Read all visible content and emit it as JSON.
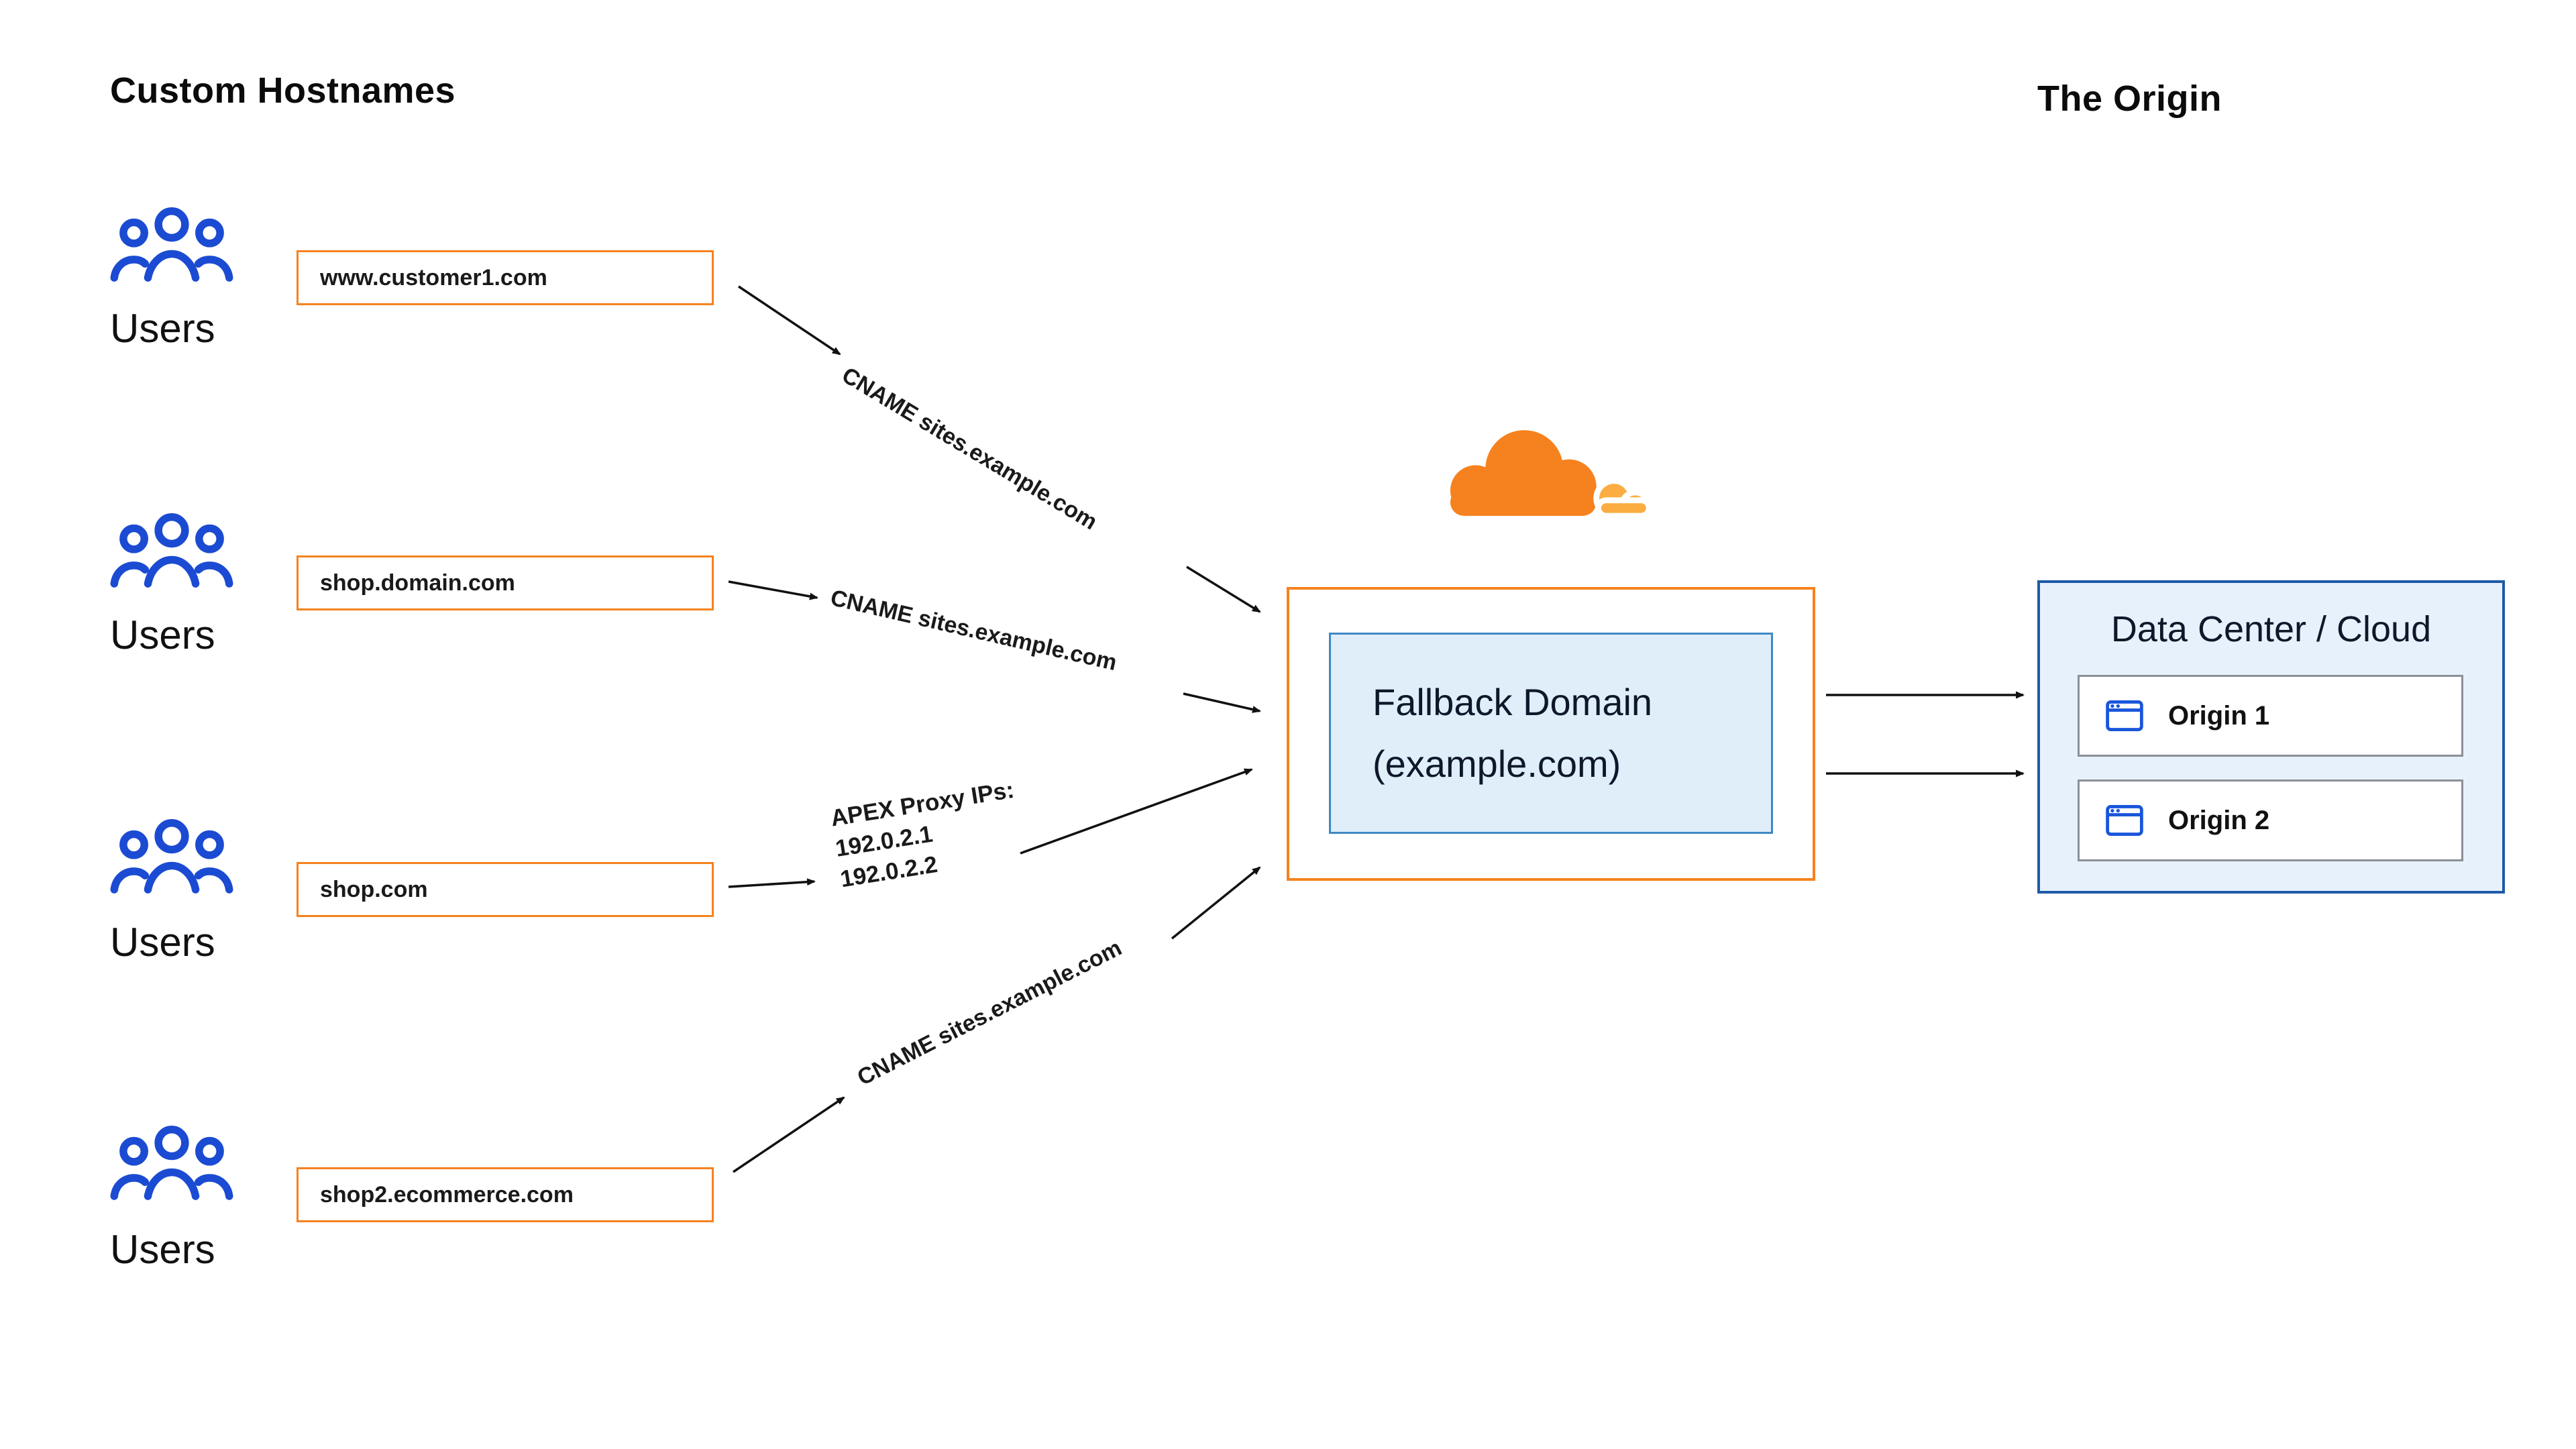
{
  "headings": {
    "left": "Custom Hostnames",
    "right": "The Origin"
  },
  "users_label": "Users",
  "hostnames": [
    {
      "label": "www.customer1.com"
    },
    {
      "label": "shop.domain.com"
    },
    {
      "label": "shop.com"
    },
    {
      "label": "shop2.ecommerce.com"
    }
  ],
  "routes": {
    "cname1": "CNAME sites.example.com",
    "cname2": "CNAME sites.example.com",
    "apex": {
      "title": "APEX Proxy IPs:",
      "ip1": "192.0.2.1",
      "ip2": "192.0.2.2"
    },
    "cname3": "CNAME sites.example.com"
  },
  "fallback": {
    "line1": "Fallback Domain",
    "line2": "(example.com)"
  },
  "origin": {
    "title": "Data Center / Cloud",
    "items": [
      {
        "label": "Origin 1"
      },
      {
        "label": "Origin 2"
      }
    ]
  },
  "colors": {
    "orange": "#F6821F",
    "orange_light": "#FBAD41",
    "blue_icon": "#1B4BD2",
    "fallback_fill": "#DFEEF9",
    "fallback_border": "#3F88C5",
    "dc_fill": "#E7F1FC",
    "dc_border": "#1E5AA8",
    "arrow": "#111111"
  }
}
